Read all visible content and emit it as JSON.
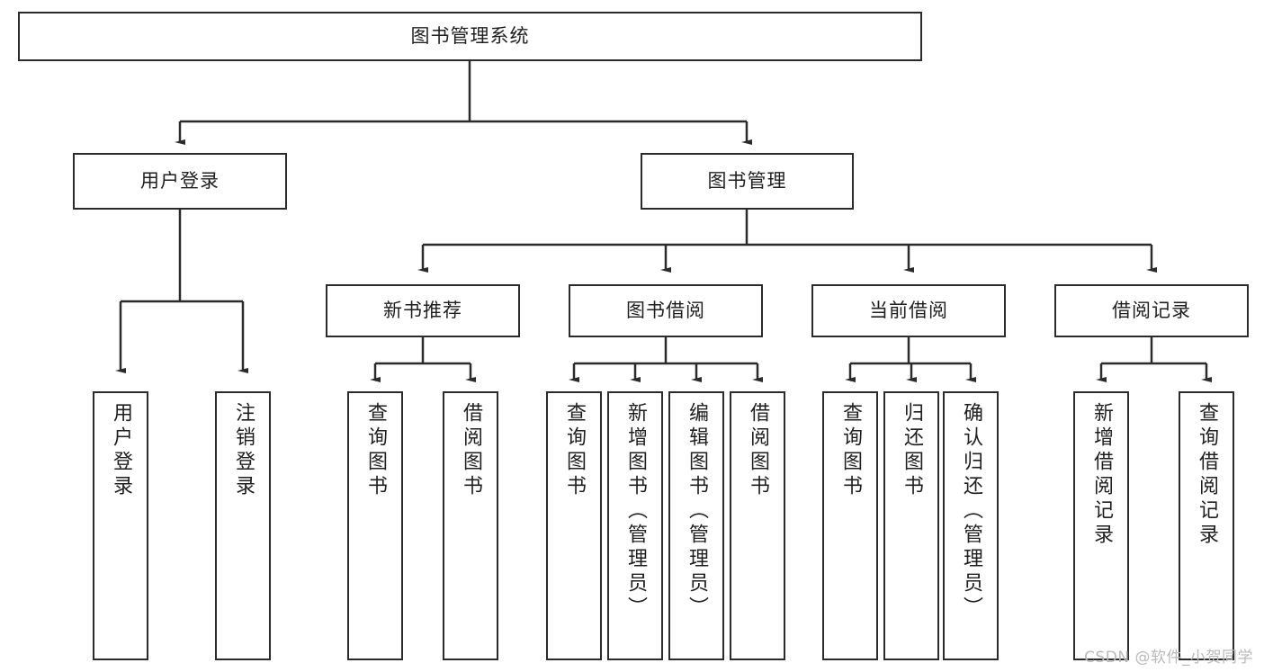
{
  "diagram": {
    "type": "tree",
    "title": "图书管理系统",
    "root": {
      "label": "图书管理系统"
    },
    "level2": [
      {
        "label": "用户登录"
      },
      {
        "label": "图书管理"
      }
    ],
    "level3": [
      {
        "label": "新书推荐"
      },
      {
        "label": "图书借阅"
      },
      {
        "label": "当前借阅"
      },
      {
        "label": "借阅记录"
      }
    ],
    "leaves": {
      "user_login": [
        {
          "label": "用户登录"
        },
        {
          "label": "注销登录"
        }
      ],
      "new_book_recommend": [
        {
          "label": "查询图书"
        },
        {
          "label": "借阅图书"
        }
      ],
      "book_borrow": [
        {
          "label": "查询图书"
        },
        {
          "label": "新增图书（管理员）"
        },
        {
          "label": "编辑图书（管理员）"
        },
        {
          "label": "借阅图书"
        }
      ],
      "current_borrow": [
        {
          "label": "查询图书"
        },
        {
          "label": "归还图书"
        },
        {
          "label": "确认归还（管理员）"
        }
      ],
      "borrow_record": [
        {
          "label": "新增借阅记录"
        },
        {
          "label": "查询借阅记录"
        }
      ]
    }
  },
  "watermark": {
    "text": "CSDN @软件_小贺同学"
  },
  "colors": {
    "stroke": "#2b2b2b",
    "fill": "#ffffff",
    "text": "#1f1f1f",
    "watermark": "#b9b9b9"
  }
}
